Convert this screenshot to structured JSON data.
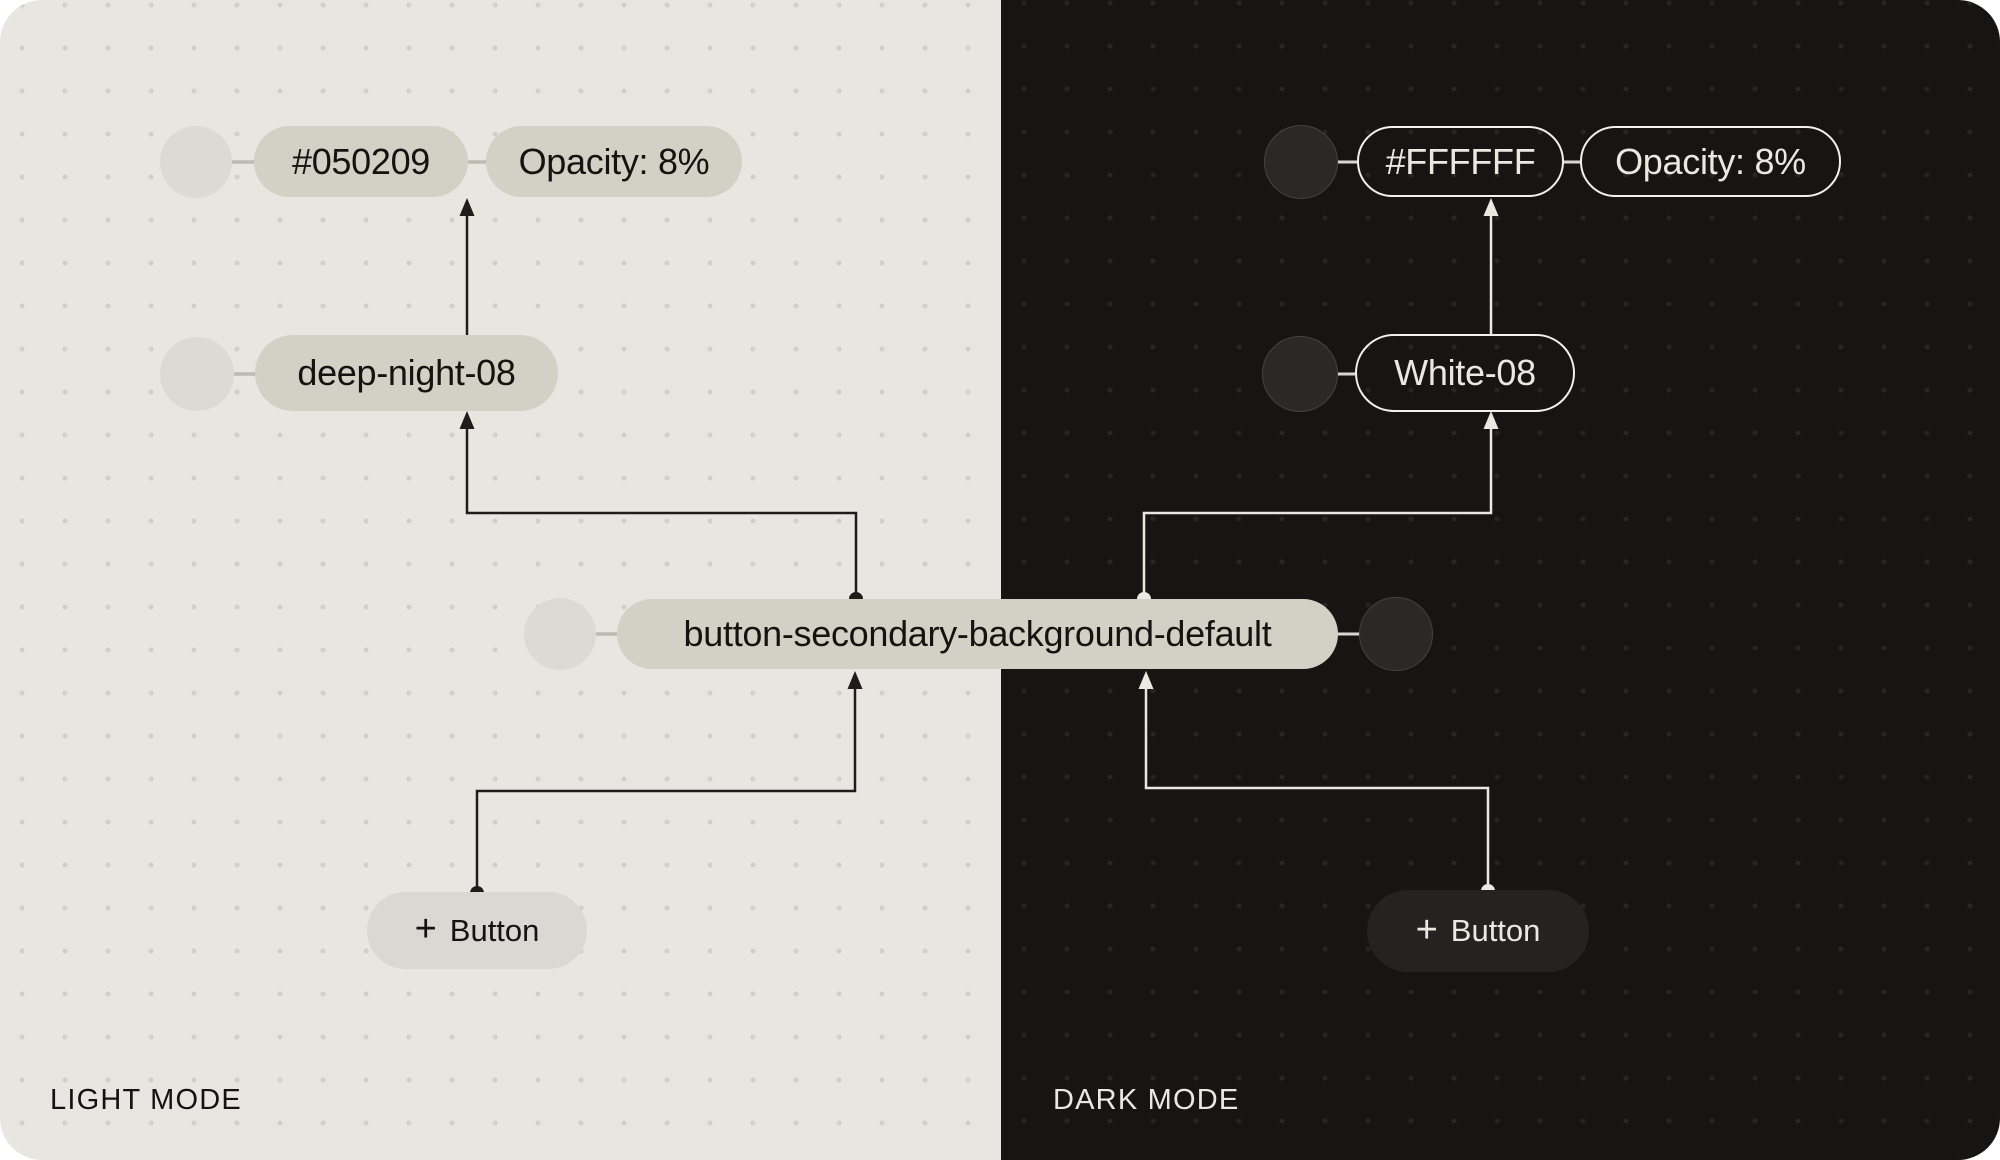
{
  "diagram": {
    "token_chip": {
      "label": "button-secondary-background-default"
    },
    "light_panel": {
      "mode_label": "LIGHT MODE",
      "hex_chip": {
        "label": "#050209"
      },
      "opacity_chip": {
        "label": "Opacity: 8%"
      },
      "primitive_chip": {
        "label": "deep-night-08"
      },
      "button": {
        "icon": "plus-icon",
        "icon_glyph": "+",
        "label": "Button"
      }
    },
    "dark_panel": {
      "mode_label": "DARK MODE",
      "hex_chip": {
        "label": "#FFFFFF"
      },
      "opacity_chip": {
        "label": "Opacity: 8%"
      },
      "primitive_chip": {
        "label": "White-08"
      },
      "button": {
        "icon": "plus-icon",
        "icon_glyph": "+",
        "label": "Button"
      }
    }
  },
  "colors": {
    "page_bg": "#ffffff",
    "light_bg": "#e8e6e1",
    "light_dot": "#d2d0cb",
    "light_chip_fill": "#d3d0c5",
    "light_circle_fill": "#dcdad5",
    "light_button_fill": "#d9d8d3",
    "light_line": "#1f1d1a",
    "light_stub": "#bcbab3",
    "light_text": "#141310",
    "dark_bg": "#161514",
    "dark_dot": "#272523",
    "dark_chip_border": "#f3f1eb",
    "dark_circle_fill": "#2b2927",
    "dark_circle_border": "#454340",
    "dark_button_fill": "#252321",
    "dark_line": "#eae8e0",
    "dark_stub": "#d9d7cf",
    "dark_text": "#eae8e0"
  }
}
